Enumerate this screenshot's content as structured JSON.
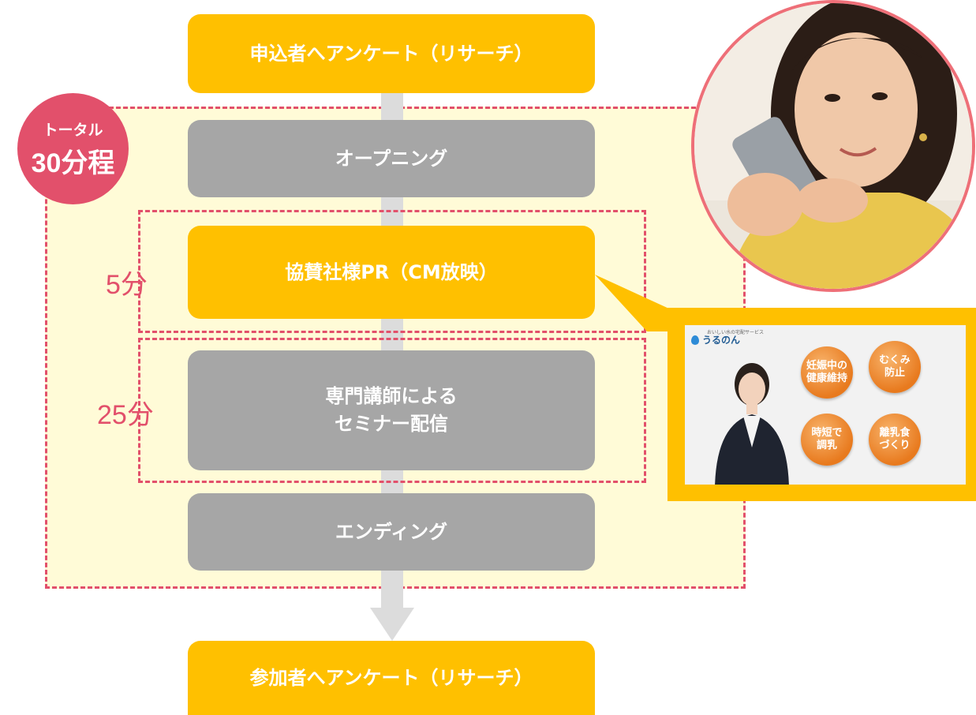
{
  "badge": {
    "top": "トータル",
    "main": "30分程"
  },
  "steps": [
    {
      "lines": [
        "申込者へアンケート（リサーチ）"
      ]
    },
    {
      "lines": [
        "オープニング"
      ]
    },
    {
      "lines": [
        "協賛社様PR（CM放映）"
      ]
    },
    {
      "lines": [
        "専門講師による",
        "セミナー配信"
      ]
    },
    {
      "lines": [
        "エンディング"
      ]
    },
    {
      "lines": [
        "参加者へアンケート（リサーチ）"
      ]
    }
  ],
  "durations": {
    "pr": "5分",
    "seminar": "25分"
  },
  "cm": {
    "brand_sub": "おいしい水の宅配サービス",
    "brand_name": "うるのん",
    "bubbles": [
      [
        "妊娠中の",
        "健康維持"
      ],
      [
        "むくみ",
        "防止"
      ],
      [
        "時短で",
        "調乳"
      ],
      [
        "離乳食",
        "づくり"
      ]
    ]
  },
  "colors": {
    "accent": "#e2506b",
    "yellow": "#ffc000",
    "gray": "#a6a6a6",
    "area": "#fffbd7"
  }
}
